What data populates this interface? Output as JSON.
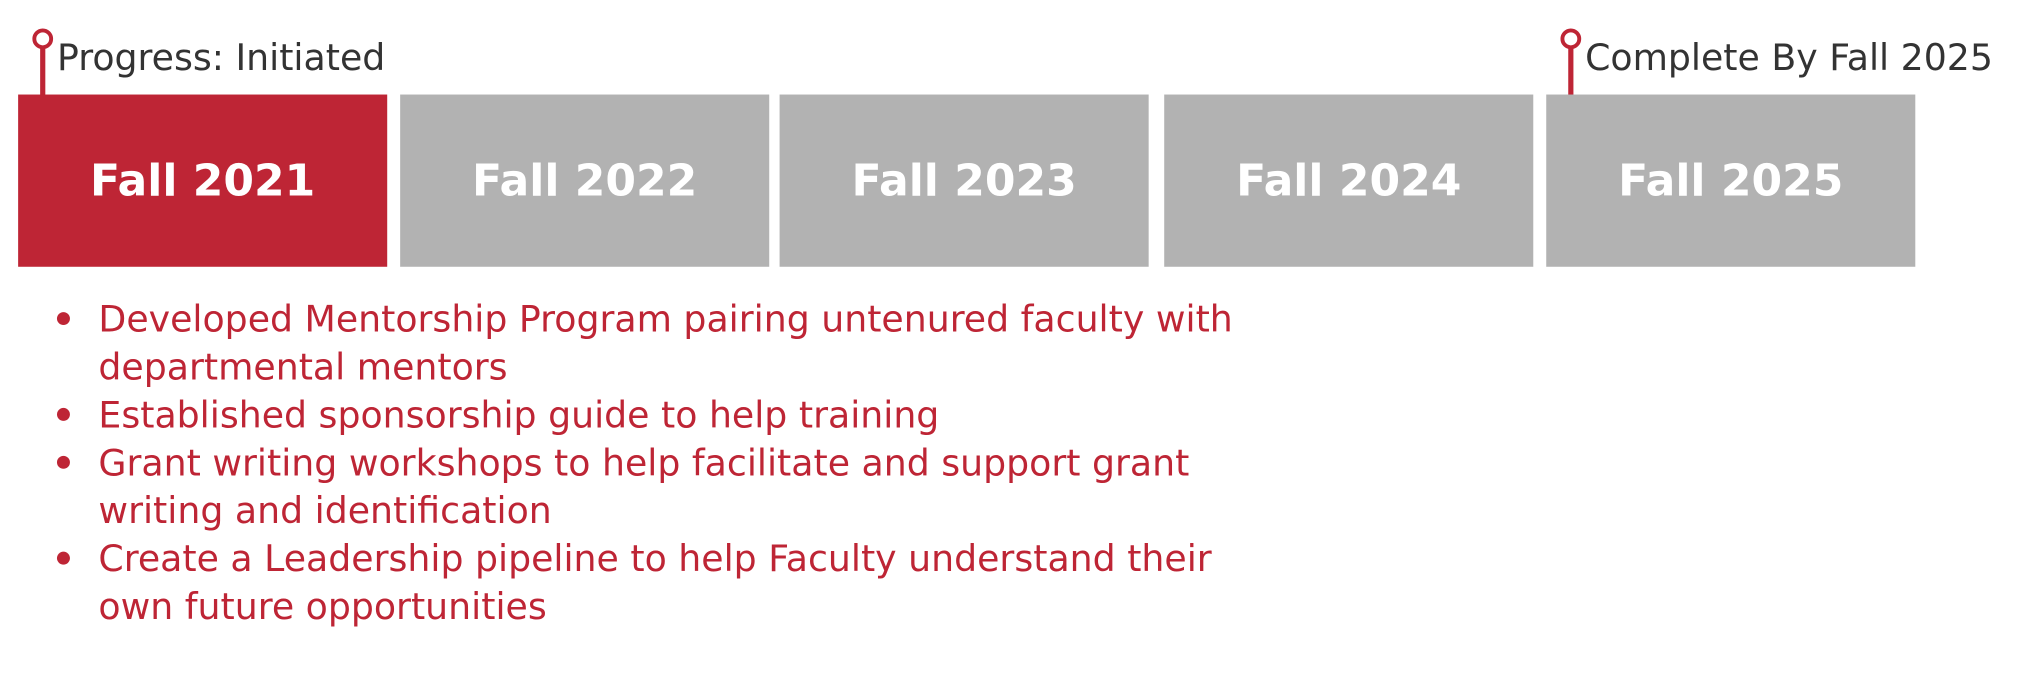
{
  "progress": {
    "label": "Progress: Initiated",
    "icon": "map-pin-icon"
  },
  "completion": {
    "label": "Complete By Fall 2025",
    "icon": "map-pin-icon"
  },
  "timeline": {
    "periods": [
      {
        "label": "Fall 2021",
        "status": "active"
      },
      {
        "label": "Fall 2022",
        "status": "pending"
      },
      {
        "label": "Fall 2023",
        "status": "pending"
      },
      {
        "label": "Fall 2024",
        "status": "pending"
      },
      {
        "label": "Fall 2025",
        "status": "pending"
      }
    ]
  },
  "accomplishments": [
    "Developed Mentorship Program pairing untenured faculty with departmental mentors",
    "Established sponsorship guide to help training",
    "Grant writing workshops to help facilitate and support grant writing and identification",
    "Create a Leadership pipeline to help Faculty understand their own future opportunities"
  ],
  "colors": {
    "accent": "#be2535",
    "inactive": "#b2b2b2",
    "label_text": "#333333"
  }
}
